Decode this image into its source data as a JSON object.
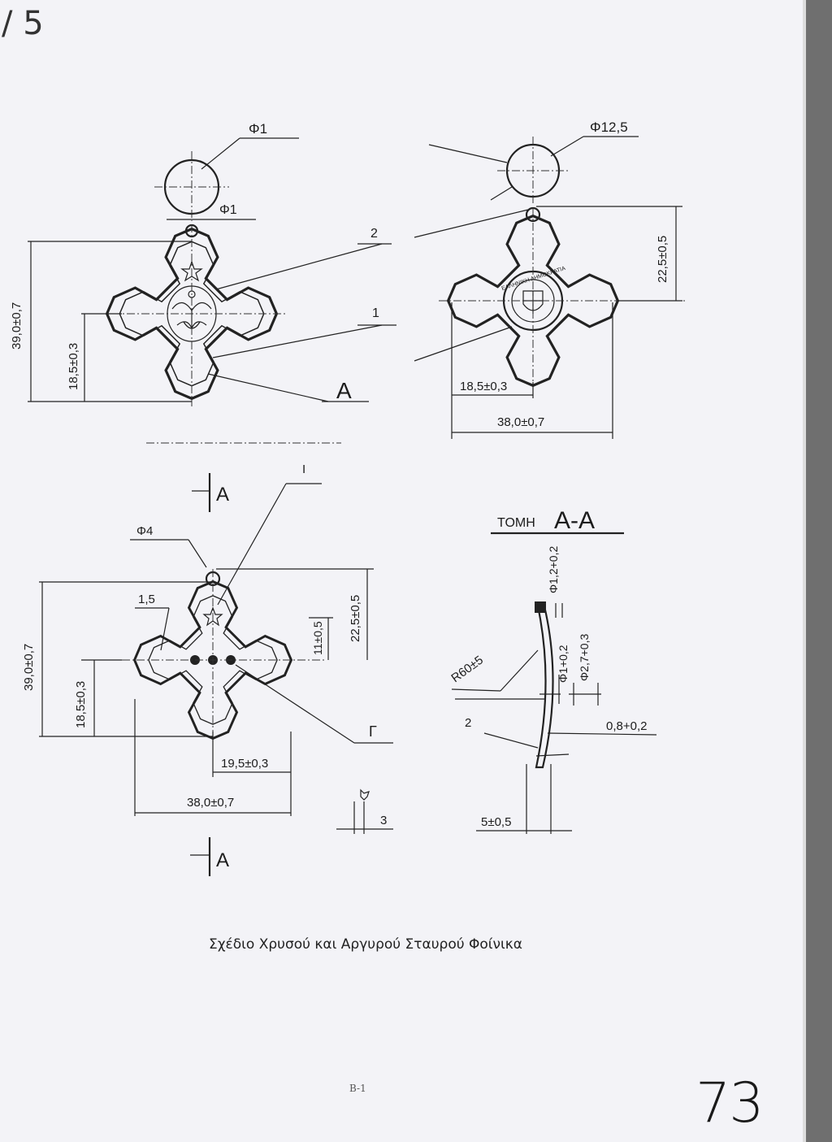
{
  "corner_mark": "/ 5",
  "caption": "Σχέδιο Χρυσού και Αργυρού Σταυρού Φοίνικα",
  "footer_code": "B-1",
  "page_number": "73",
  "front_view": {
    "ring_dia": "Φ1",
    "hole_dia": "Φ1",
    "height": "39,0±0,7",
    "half_height": "18,5±0,3",
    "callout_1": "1",
    "callout_2": "2",
    "view_label": "A"
  },
  "back_view": {
    "ring_dia": "Φ12,5",
    "top_height": "22,5±0,5",
    "half_width": "18,5±0,3",
    "width": "38,0±0,7",
    "seal_text": "ΕΛΛΗΝΙΚΗ ΔΗΜΟΚΡΑΤΙΑ"
  },
  "plain_view": {
    "section_marker_top": "A",
    "section_marker_bottom": "A",
    "callout_top": "I",
    "hole_dia": "Φ4",
    "border_width": "1,5",
    "height": "39,0±0,7",
    "half_height": "18,5±0,3",
    "top_height": "22,5±0,5",
    "center_height": "11±0,5",
    "half_width": "19,5±0,3",
    "width": "38,0±0,7",
    "callout_gamma": "Γ",
    "detail_label": "3"
  },
  "section_view": {
    "title_prefix": "TOMH",
    "title_section": "A-A",
    "ring_dia": "Φ1,2+0,2",
    "pin_dia": "Φ1+0,2",
    "pin_head_dia": "Φ2,7+0,3",
    "radius": "R60±5",
    "thickness": "0,8+0,2",
    "depth": "5±0,5",
    "callout_2": "2"
  }
}
